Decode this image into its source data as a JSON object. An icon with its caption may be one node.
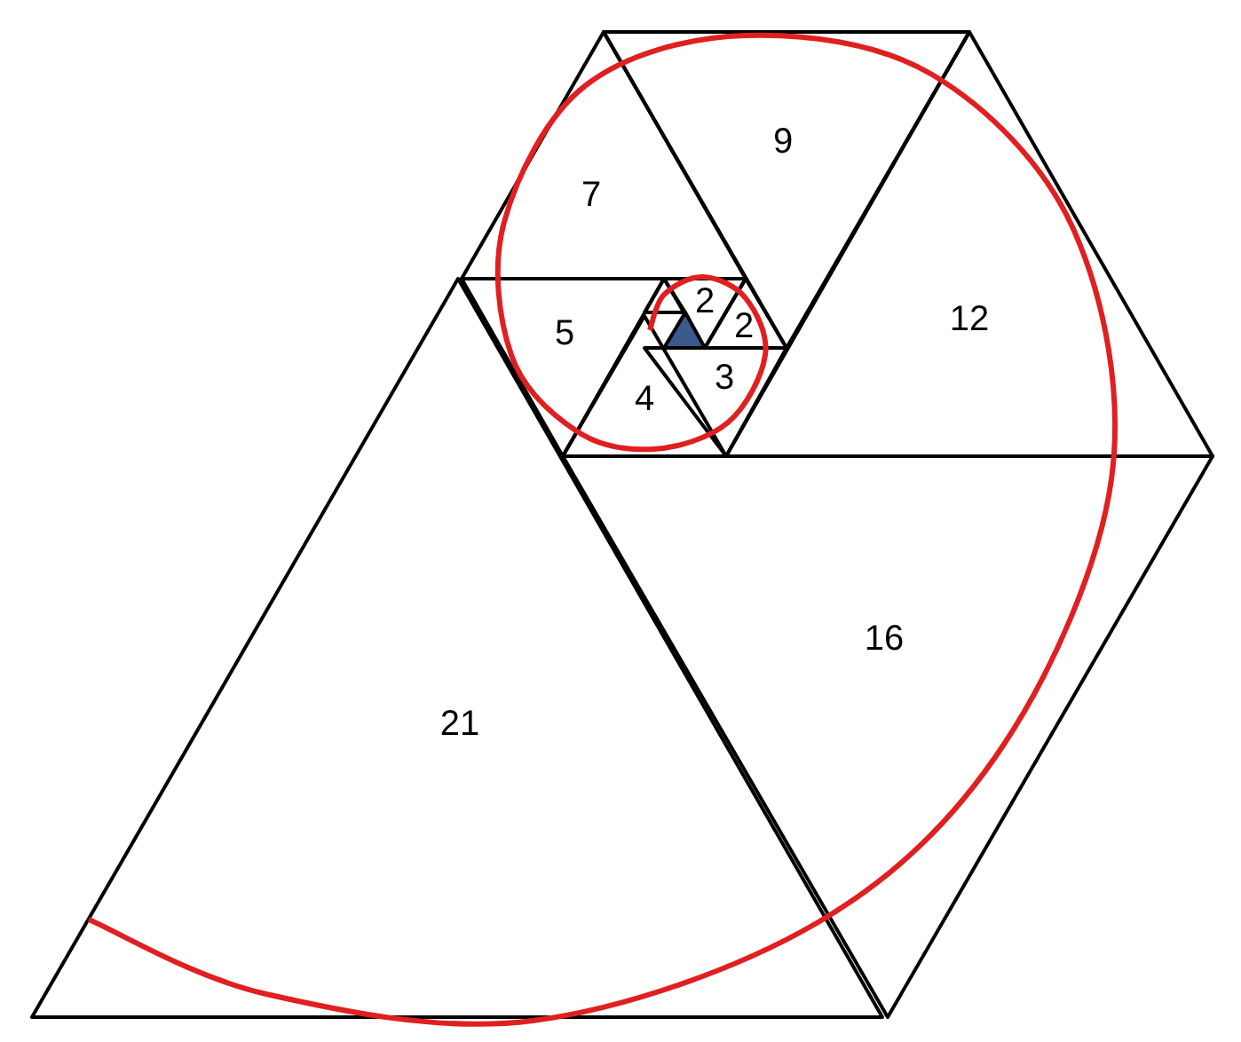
{
  "diagram": {
    "nodes": [
      {
        "text": [
          "9"
        ]
      },
      {
        "text": [
          "7"
        ]
      },
      {
        "text": [
          "2"
        ]
      },
      {
        "text": [
          "2"
        ]
      },
      {
        "text": [
          "5"
        ]
      },
      {
        "text": [
          "12"
        ]
      },
      {
        "text": [
          "3"
        ]
      },
      {
        "text": [
          "4"
        ]
      },
      {
        "text": [
          "16"
        ]
      },
      {
        "text": [
          "21"
        ]
      },
      {
        "text": [],
        "shape": "triangle"
      },
      {
        "text": [],
        "shape": "triangle"
      }
    ]
  }
}
